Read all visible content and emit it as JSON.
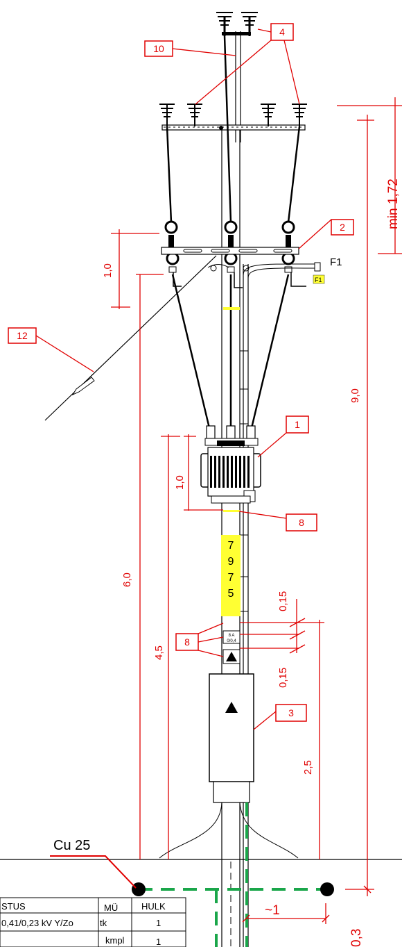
{
  "callouts": {
    "c1": "1",
    "c2": "2",
    "c3": "3",
    "c4": "4",
    "c8a": "8",
    "c8b": "8",
    "c10": "10",
    "c12": "12"
  },
  "labels": {
    "f1": "F1",
    "f1_badge": "F1",
    "cu": "Cu 25",
    "pole_digits": [
      "7",
      "9",
      "7",
      "5"
    ],
    "plate_text_1": "8 A",
    "plate_text_2": "0/0,4"
  },
  "dimensions": {
    "min_172": "min 1,72",
    "d10_top": "1,0",
    "d10_mid": "1,0",
    "d90": "9,0",
    "d60": "6,0",
    "d45": "4,5",
    "d015_a": "0,15",
    "d015_b": "0,15",
    "d25": "2,5",
    "d1": "~1",
    "d03": "0,3"
  },
  "table": {
    "header": {
      "name": "STUS",
      "unit": "MÜ",
      "qty": "HULK"
    },
    "rows": [
      {
        "name": "0,41/0,23 kV Y/Zo",
        "unit": "tk",
        "qty": "1"
      },
      {
        "name": "",
        "unit": "kmpl",
        "qty": "1"
      }
    ]
  },
  "colors": {
    "dimension_red": "#e00000",
    "ground_green": "#1aa64a",
    "marker_yellow": "#ffff33"
  }
}
